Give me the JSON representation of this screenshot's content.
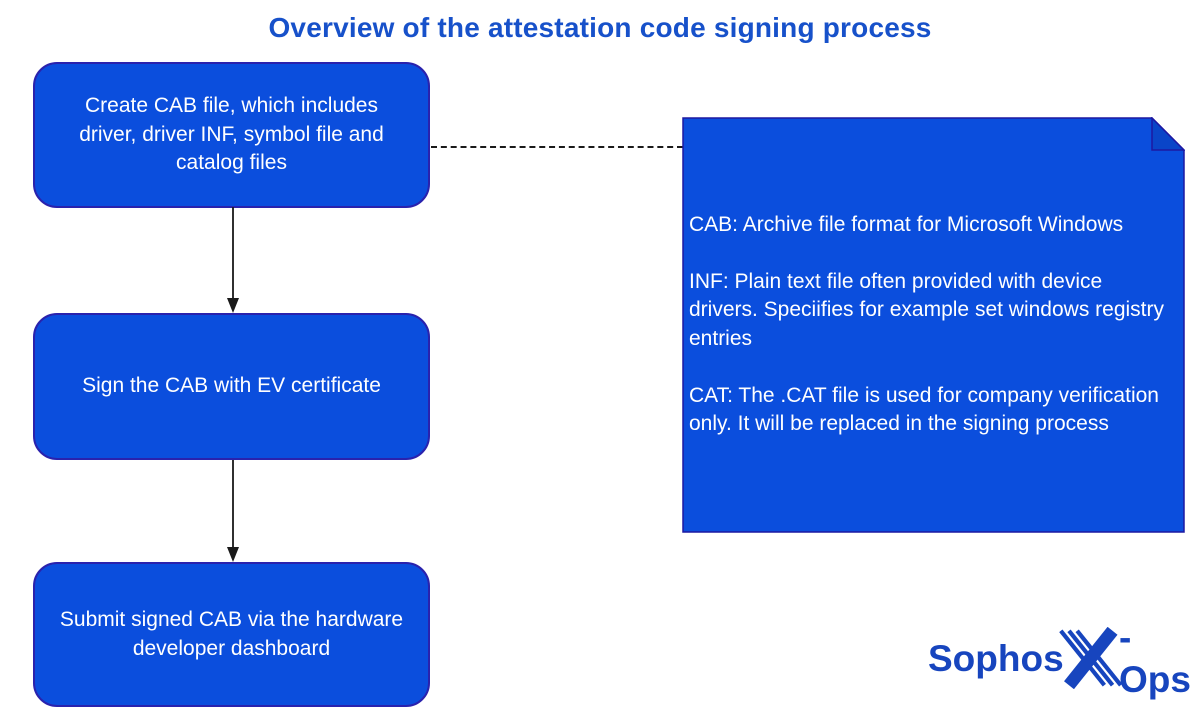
{
  "title": "Overview of the attestation code signing process",
  "flow": {
    "steps": [
      {
        "label": "Create CAB file, which includes driver, driver INF, symbol file and catalog files"
      },
      {
        "label": "Sign the CAB with EV certificate"
      },
      {
        "label": "Submit signed CAB via the hardware developer dashboard"
      }
    ]
  },
  "note": {
    "paragraphs": [
      "CAB: Archive file format for Microsoft Windows",
      "INF: Plain text file often provided with device drivers. Speciifies for example set windows registry entries",
      "CAT: The .CAT file is used for company verification only. It will be replaced in the signing process"
    ]
  },
  "logo": {
    "prefix": "Sophos",
    "suffix": "-Ops"
  },
  "colors": {
    "shape_fill": "#0b4edd",
    "shape_border": "#2a22ad",
    "note_border": "#1d18a2",
    "fold_fill": "#0a45c8",
    "shape_text": "#ffffff",
    "title_text": "#1751ca",
    "logo": "#1745be",
    "connector": "#1a1a1a"
  }
}
